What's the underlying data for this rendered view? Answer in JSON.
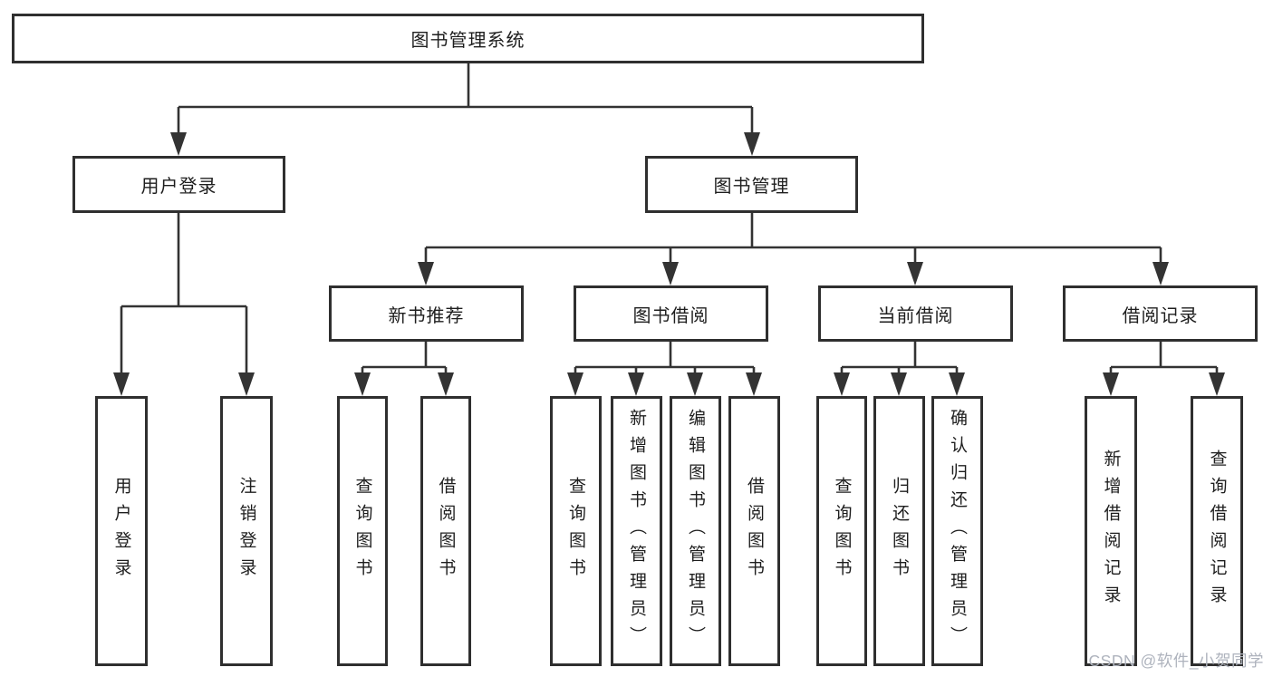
{
  "diagram": {
    "root": {
      "label": "图书管理系统"
    },
    "branches": [
      {
        "label": "用户登录",
        "children": [
          {
            "label": "用户登录"
          },
          {
            "label": "注销登录"
          }
        ]
      },
      {
        "label": "图书管理",
        "children": [
          {
            "label": "新书推荐",
            "children": [
              {
                "label": "查询图书"
              },
              {
                "label": "借阅图书"
              }
            ]
          },
          {
            "label": "图书借阅",
            "children": [
              {
                "label": "查询图书"
              },
              {
                "label": "新增图书（管理员）"
              },
              {
                "label": "编辑图书（管理员）"
              },
              {
                "label": "借阅图书"
              }
            ]
          },
          {
            "label": "当前借阅",
            "children": [
              {
                "label": "查询图书"
              },
              {
                "label": "归还图书"
              },
              {
                "label": "确认归还（管理员）"
              }
            ]
          },
          {
            "label": "借阅记录",
            "children": [
              {
                "label": "新增借阅记录"
              },
              {
                "label": "查询借阅记录"
              }
            ]
          }
        ]
      }
    ]
  },
  "watermark": {
    "text": "CSDN @软件_小贺同学"
  },
  "colors": {
    "line": "#333333",
    "box_border": "#2f2f2f",
    "text": "#1e1e1e",
    "background": "#ffffff",
    "watermark": "#aeb3bd"
  }
}
